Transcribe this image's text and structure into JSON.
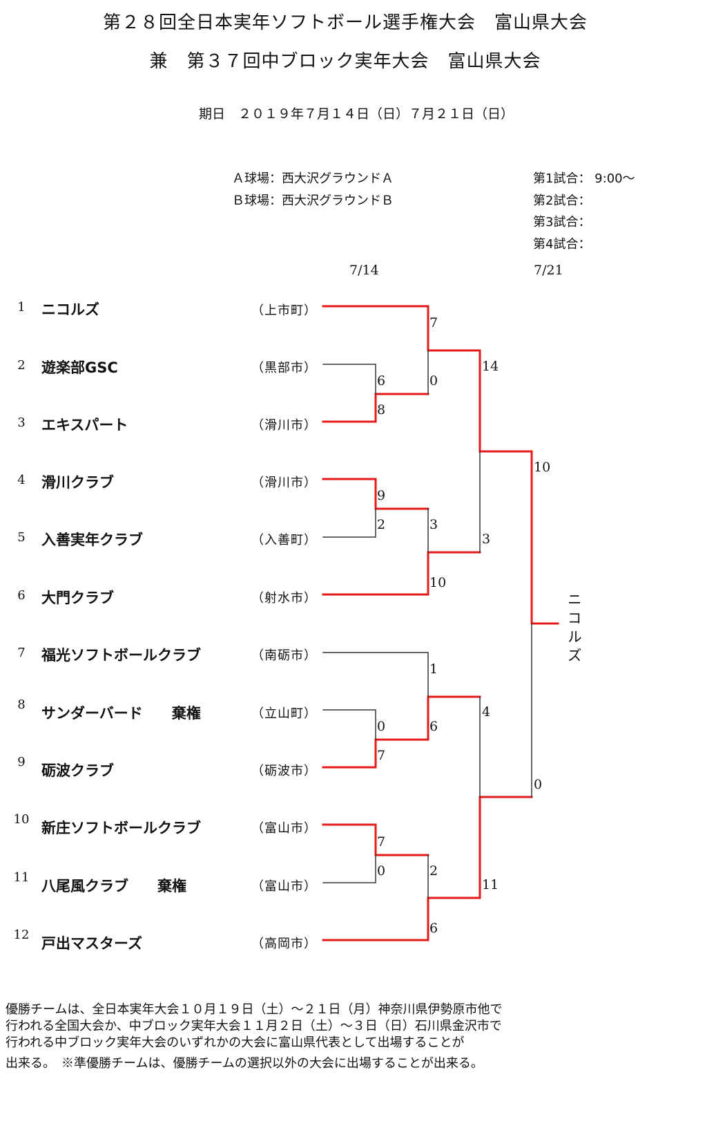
{
  "header": {
    "title_line1": "第２８回全日本実年ソフトボール選手権大会　富山県大会",
    "title_line2": "兼　第３７回中ブロック実年大会　富山県大会",
    "date_line": "期日　２０１９年７月１４日（日）７月２１日（日）"
  },
  "venues": {
    "a": "Ａ球場：西大沢グラウンドＡ",
    "b": "Ｂ球場：西大沢グラウンドＢ"
  },
  "schedule": {
    "game1": "第1試合：  9:00～",
    "game2": "第2試合：",
    "game3": "第3試合：",
    "game4": "第4試合："
  },
  "round_dates": {
    "day1": "7/14",
    "day2": "7/21"
  },
  "teams": [
    {
      "seed": "1",
      "name": "ニコルズ",
      "city": "（上市町）"
    },
    {
      "seed": "2",
      "name": "遊楽部GSC",
      "city": "（黒部市）"
    },
    {
      "seed": "3",
      "name": "エキスパート",
      "city": "（滑川市）"
    },
    {
      "seed": "4",
      "name": "滑川クラブ",
      "city": "（滑川市）"
    },
    {
      "seed": "5",
      "name": "入善実年クラブ",
      "city": "（入善町）"
    },
    {
      "seed": "6",
      "name": "大門クラブ",
      "city": "（射水市）"
    },
    {
      "seed": "7",
      "name": "福光ソフトボールクラブ",
      "city": "（南砺市）"
    },
    {
      "seed": "8",
      "name": "サンダーバード　　棄権",
      "city": "（立山町）"
    },
    {
      "seed": "9",
      "name": "砺波クラブ",
      "city": "（砺波市）"
    },
    {
      "seed": "10",
      "name": "新庄ソフトボールクラブ",
      "city": "（富山市）"
    },
    {
      "seed": "11",
      "name": "八尾風クラブ　　棄権",
      "city": "（富山市）"
    },
    {
      "seed": "12",
      "name": "戸出マスターズ",
      "city": "（高岡市）"
    }
  ],
  "scores": {
    "r1_m1_top": "6",
    "r1_m1_bot": "8",
    "r1_m2_top": "9",
    "r1_m2_bot": "2",
    "r1_m3_top": "0",
    "r1_m3_bot": "7",
    "r1_m4_top": "7",
    "r1_m4_bot": "0",
    "r2_m1_top": "7",
    "r2_m1_bot": "0",
    "r2_m2_top": "3",
    "r2_m2_bot": "10",
    "r2_m3_top": "1",
    "r2_m3_bot": "6",
    "r2_m4_top": "2",
    "r2_m4_bot": "6",
    "sf1_top": "14",
    "sf1_bot": "3",
    "sf2_top": "4",
    "sf2_bot": "11",
    "final_top": "10",
    "final_bot": "0"
  },
  "champion": "ニコルズ",
  "footnote": {
    "line1": "優勝チームは、全日本実年大会１０月１９日（土）～２１日（月）神奈川県伊勢原市他で",
    "line2": "行われる全国大会か、中ブロック実年大会１１月２日（土）～３日（日）石川県金沢市で",
    "line3": "行われる中ブロック実年大会のいずれかの大会に富山県代表として出場することが",
    "line4": "出来る。　※準優勝チームは、優勝チームの選択以外の大会に出場することが出来る。"
  },
  "colors": {
    "winner_line": "#e41a1a",
    "loser_line": "#333333"
  }
}
